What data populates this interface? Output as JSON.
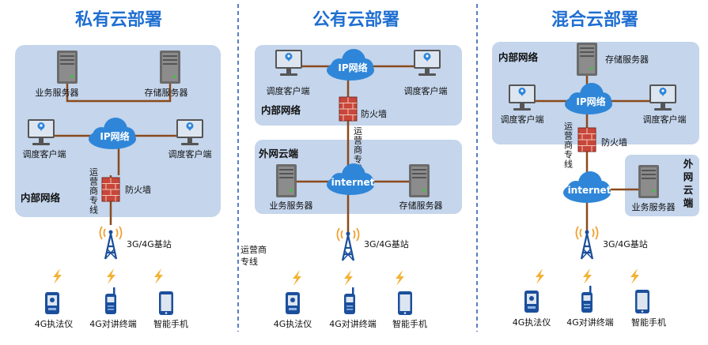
{
  "titles": {
    "private": "私有云部署",
    "public": "公有云部署",
    "hybrid": "混合云部署"
  },
  "labels": {
    "business_server": "业务服务器",
    "storage_server": "存储服务器",
    "dispatch_client": "调度客户端",
    "ip_network": "IP网络",
    "internet": "internet",
    "firewall": "防火墙",
    "internal_network": "内部网络",
    "carrier_line_v": "运营商专线",
    "carrier_line_l1": "运营商",
    "carrier_line_l2": "专线",
    "base_station": "3G/4G基站",
    "enforcement_recorder": "4G执法仪",
    "intercom_terminal": "4G对讲终端",
    "smartphone": "智能手机",
    "external_cloud": "外网云端",
    "external_cloud_v": "外网云端"
  },
  "colors": {
    "title": "#1f6fd1",
    "panel": "#c4d5ec",
    "cloud": "#2f86d8",
    "line": "#8a4a1c",
    "brick": "#c9463a",
    "divider": "#2f5fb0"
  }
}
